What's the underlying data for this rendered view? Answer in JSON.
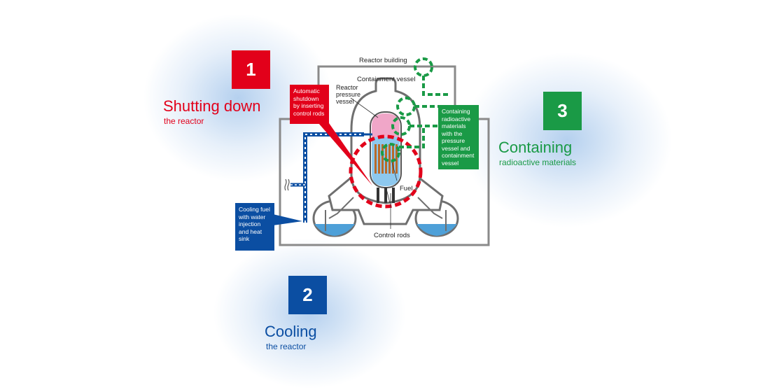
{
  "steps": [
    {
      "number": "1",
      "title": "Shutting down",
      "subtitle": "the reactor",
      "color": "#e2001a"
    },
    {
      "number": "2",
      "title": "Cooling",
      "subtitle": "the reactor",
      "color": "#0b4ea2"
    },
    {
      "number": "3",
      "title": "Containing",
      "subtitle": "radioactive materials",
      "color": "#1a9a46"
    }
  ],
  "labels": {
    "reactor_building": "Reactor building",
    "containment_vessel": "Containment vessel",
    "rpv_line1": "Reactor",
    "rpv_line2": "pressure",
    "rpv_line3": "vessel",
    "fuel": "Fuel",
    "control_rods": "Control rods"
  },
  "callouts": {
    "shutdown": "Automatic shutdown by inserting control rods",
    "cooling": "Cooling fuel with water injection and heat sink",
    "containing": "Containing radioactive materials with the pressure vessel and containment vessel"
  },
  "icons": {
    "heat": "heat-wave-icon"
  }
}
